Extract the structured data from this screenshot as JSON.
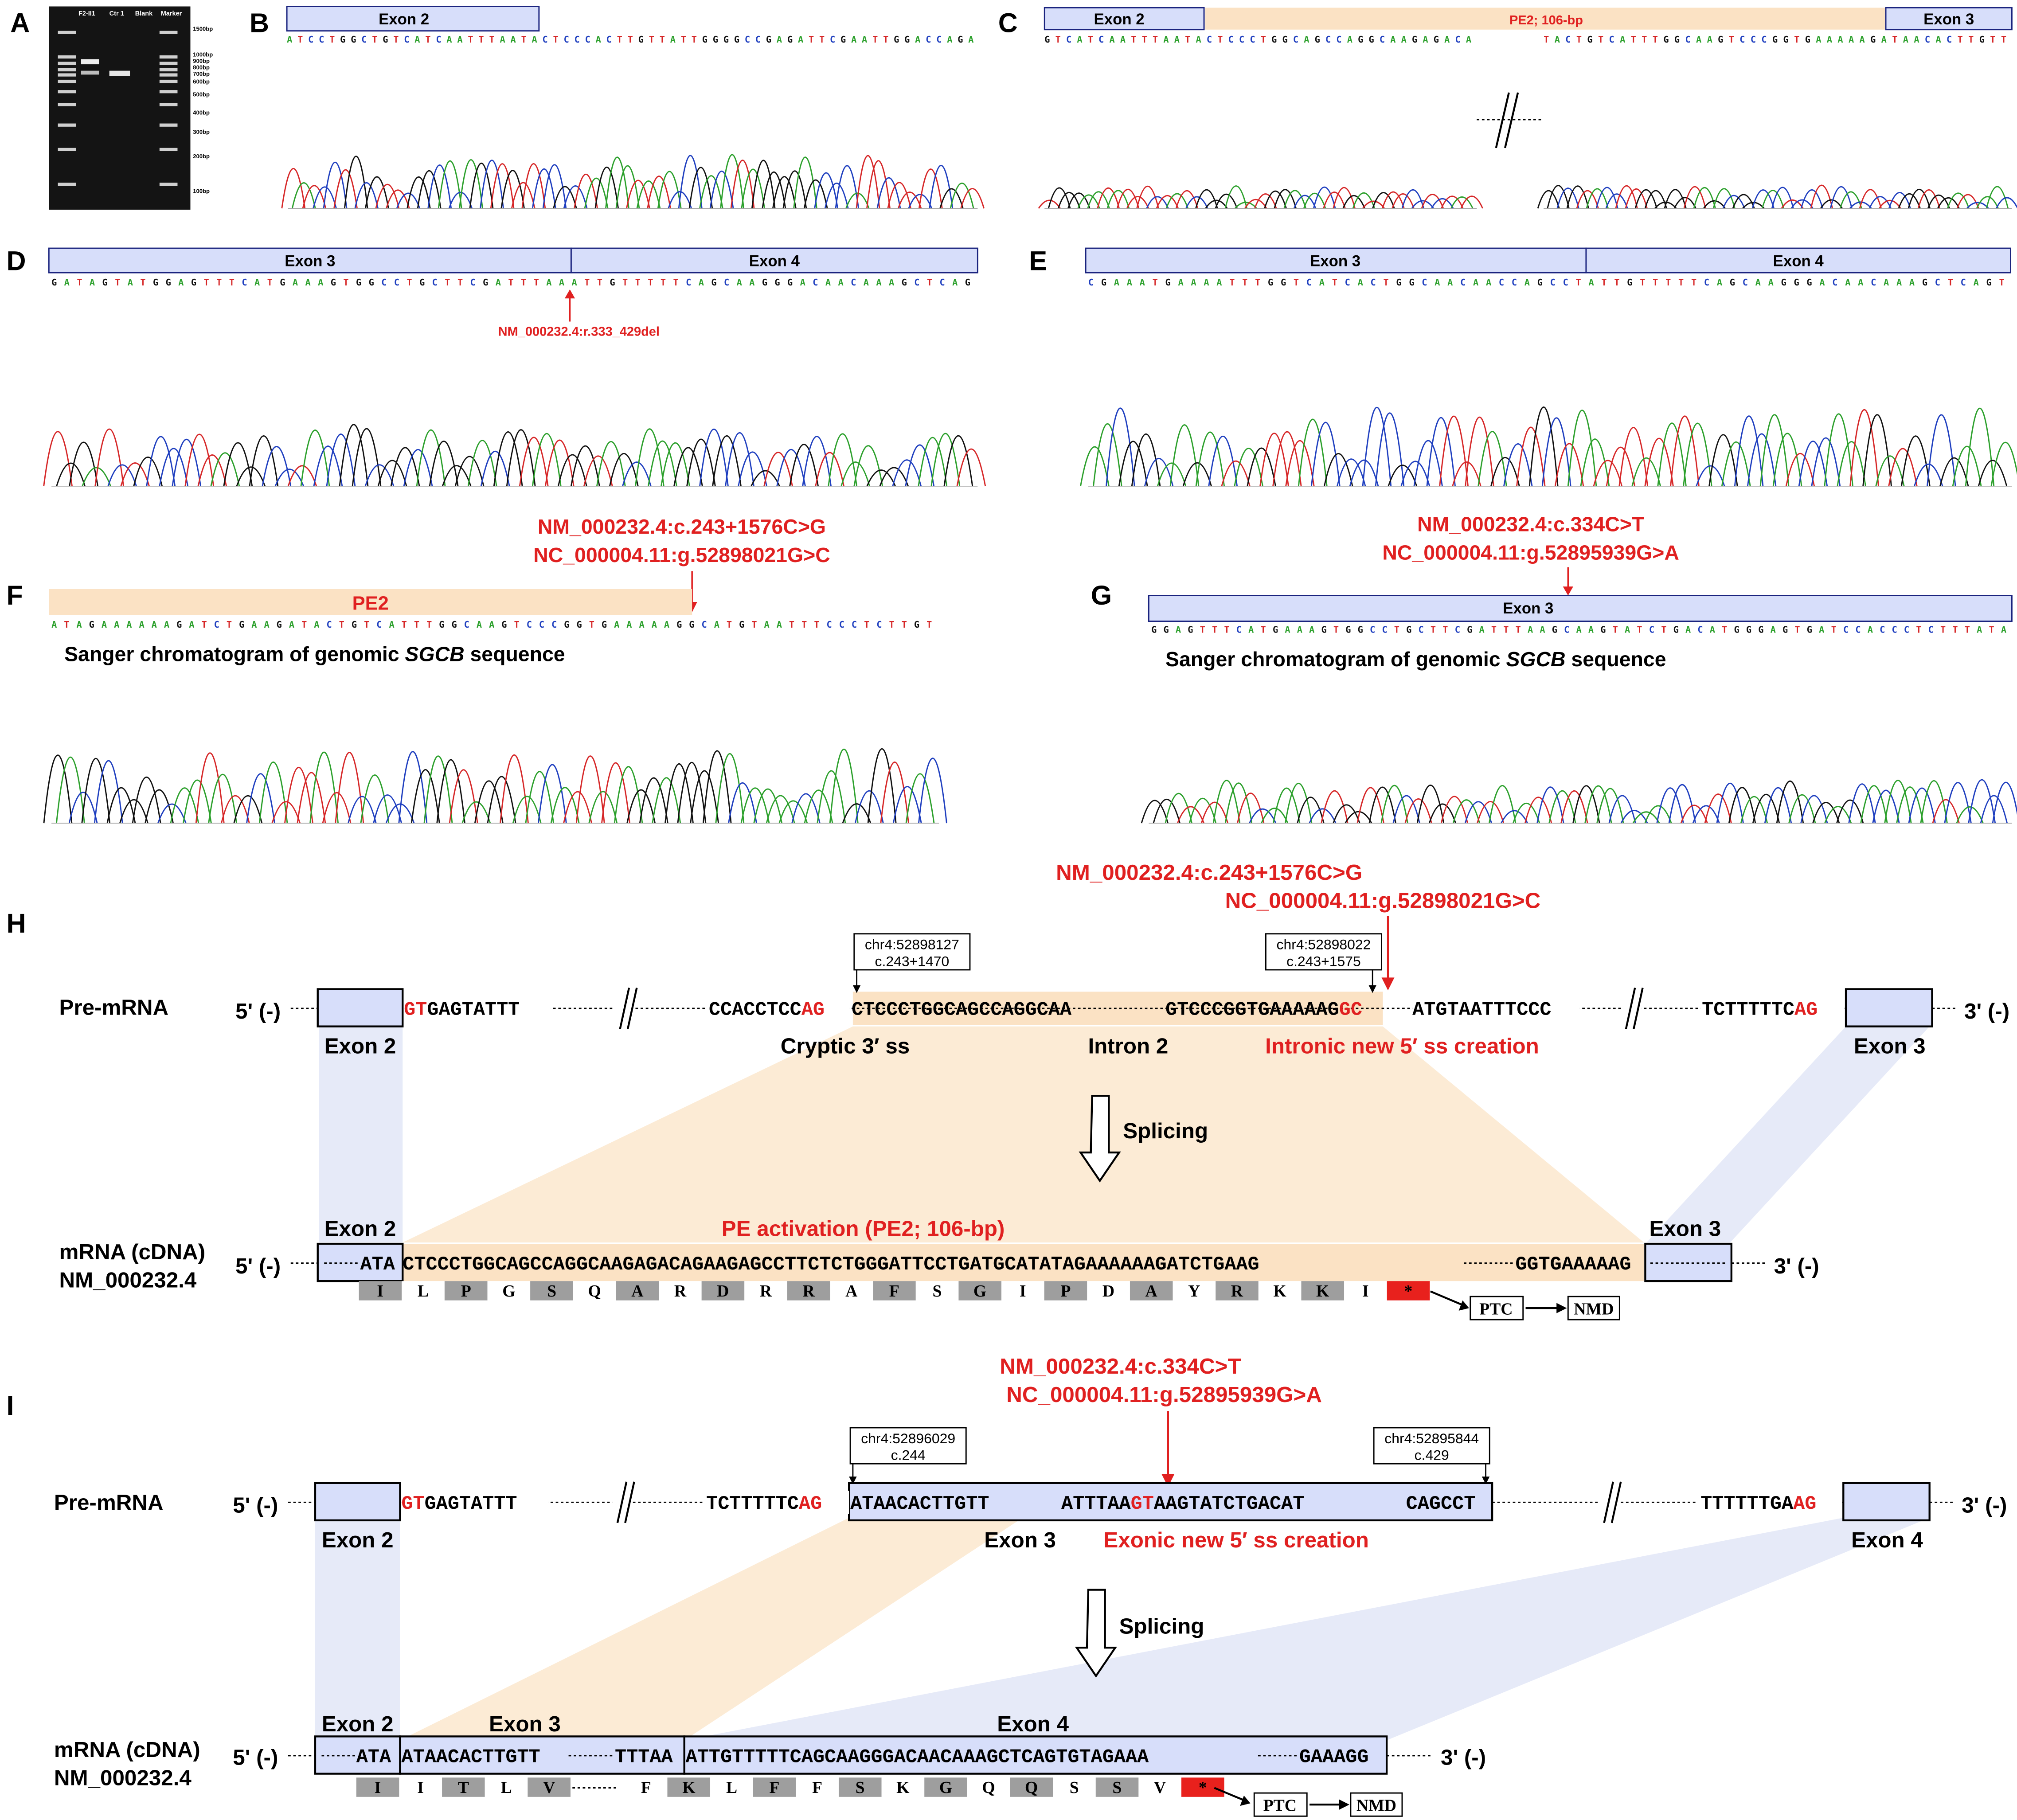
{
  "panels": {
    "A": "A",
    "B": "B",
    "C": "C",
    "D": "D",
    "E": "E",
    "F": "F",
    "G": "G",
    "H": "H",
    "I": "I"
  },
  "gel": {
    "lanes": [
      "F2-II1",
      "Ctr 1",
      "Blank",
      "Marker"
    ],
    "markers": [
      "1500bp",
      "1000bp",
      "900bp",
      "800bp",
      "700bp",
      "600bp",
      "500bp",
      "400bp",
      "300bp",
      "200bp",
      "100bp"
    ]
  },
  "B": {
    "exon": "Exon 2",
    "seq": "ATCCTGGCTGTCATCAATTTAATACTCCCACTTGTTATTGGGGCCGAGATTCGAATTGGACCAGA"
  },
  "C": {
    "exon_left": "Exon 2",
    "pe_label": "PE2; 106-bp",
    "exon_right": "Exon 3",
    "seq_left": "GTCATCAATTTAATACTCCCTGGCAGCCAGGCAAGAGACA",
    "seq_right": "TACTGTCATTTGGCAAGTCCCGGTGAAAAAGATAACACTTGTT"
  },
  "D": {
    "exon_left": "Exon 3",
    "exon_right": "Exon 4",
    "seq": "GATAGTATGGAGTTTCATGAAAGTGGCCTGCTTCGATTTAAATTGTTTTTCAGCAAGGGACAACAAAGCTCAG",
    "variant": "NM_000232.4:r.333_429del"
  },
  "E": {
    "exon_left": "Exon 3",
    "exon_right": "Exon 4",
    "seq": "CGAAATGAAAATTTGGTCATCACTGGCAACAACCAGCCTATTGTTTTTCAGCAAGGGACAACAAAGCTCAGT"
  },
  "F": {
    "variant1": "NM_000232.4:c.243+1576C>G",
    "variant2": "NC_000004.11:g.52898021G>C",
    "pe_label": "PE2",
    "seq": "ATAGAAAAAAGATCTGAAGATACTGTCATTTGGCAAGTCCCGGTGAAAAAGGCATGTAATTTCCCTCTTGT",
    "caption_pre": "Sanger chromatogram of genomic ",
    "caption_gene": "SGCB",
    "caption_post": " sequence"
  },
  "G": {
    "variant1": "NM_000232.4:c.334C>T",
    "variant2": "NC_000004.11:g.52895939G>A",
    "exon": "Exon 3",
    "seq": "GGAGTTTCATGAAAGTGGCCTGCTTCGATTTAAGCAAGTATCTGACATGGGAGTGATCCACCCTCTTTATA",
    "caption_pre": "Sanger chromatogram of genomic ",
    "caption_gene": "SGCB",
    "caption_post": " sequence"
  },
  "H": {
    "variant1": "NM_000232.4:c.243+1576C>G",
    "variant2": "NC_000004.11:g.52898021G>C",
    "pre_label": "Pre-mRNA",
    "five": "5' (-)",
    "three": "3' (-)",
    "box1_l1": "chr4:52898127",
    "box1_l2": "c.243+1470",
    "box2_l1": "chr4:52898022",
    "box2_l2": "c.243+1575",
    "s1_red": "GT",
    "s1": "GAGTATTT",
    "s2": "CCACCTCC",
    "s2_red": "AG",
    "s3": "CTCCCTGGCAGCCAGGCAA",
    "s4": "GTCCCGGTGAAAAAG",
    "s4_red": "GC",
    "s5": "ATGTAATTTCCC",
    "s6": "TCTTTTTC",
    "s6_red": "AG",
    "exon2": "Exon 2",
    "exon3": "Exon 3",
    "cryptic": "Cryptic 3′ ss",
    "intron": "Intron 2",
    "newss": "Intronic new 5′ ss creation",
    "splicing": "Splicing",
    "m_label1": "mRNA (cDNA)",
    "m_label2": "NM_000232.4",
    "pe_act": "PE activation (PE2; 106-bp)",
    "m_seq1": "ATA",
    "m_seq2": "CTCCCTGGCAGCCAGGCAAGAGACAGAAGAGCCTTCTCTGGGATTCCTGATGCATATAGAAAAAAGATCTGAAG",
    "m_seq3": "GGTGAAAAAG",
    "aa": [
      "I",
      "L",
      "P",
      "G",
      "S",
      "Q",
      "A",
      "R",
      "D",
      "R",
      "R",
      "A",
      "F",
      "S",
      "G",
      "I",
      "P",
      "D",
      "A",
      "Y",
      "R",
      "K",
      "K",
      "I",
      "*"
    ],
    "ptc": "PTC",
    "nmd": "NMD"
  },
  "I": {
    "variant1": "NM_000232.4:c.334C>T",
    "variant2": "NC_000004.11:g.52895939G>A",
    "pre_label": "Pre-mRNA",
    "five": "5' (-)",
    "three": "3' (-)",
    "box1_l1": "chr4:52896029",
    "box1_l2": "c.244",
    "box2_l1": "chr4:52895844",
    "box2_l2": "c.429",
    "s1_red": "GT",
    "s1": "GAGTATTT",
    "s2": "TCTTTTTC",
    "s2_red": "AG",
    "s3": "ATAACACTTGTT",
    "s4": "ATTTAA",
    "s4_red": "GT",
    "s5": "AAGTATCTGACAT",
    "s6": "CAGCCT",
    "s7": "TTTTTTGA",
    "s7_red": "AG",
    "exon2": "Exon 2",
    "exon3": "Exon 3",
    "exon4": "Exon 4",
    "newss": "Exonic new 5′ ss creation",
    "splicing": "Splicing",
    "m_label1": "mRNA (cDNA)",
    "m_label2": "NM_000232.4",
    "m_seq1": "ATA",
    "m_seq2": "ATAACACTTGTT",
    "m_seq3": "TTTAA",
    "m_seq4": "ATTGTTTTTCAGCAAGGGACAACAAAGCTCAGTGTAGAAA",
    "m_seq5": "GAAAGG",
    "aa": [
      "I",
      "I",
      "T",
      "L",
      "V",
      "F",
      "K",
      "L",
      "F",
      "F",
      "S",
      "K",
      "G",
      "Q",
      "Q",
      "S",
      "S",
      "V",
      "*"
    ],
    "ptc": "PTC",
    "nmd": "NMD"
  }
}
